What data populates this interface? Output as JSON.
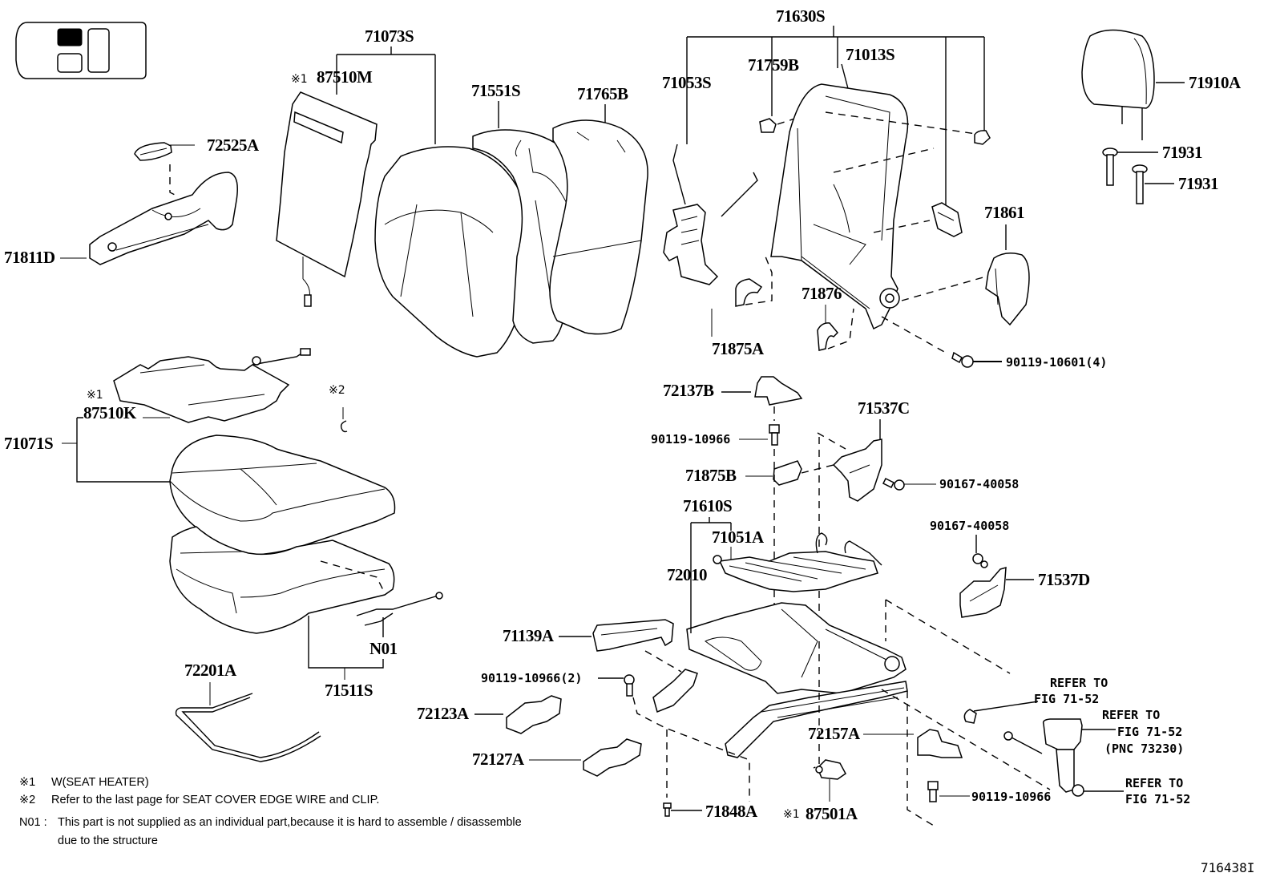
{
  "figure": {
    "figure_id": "716438I",
    "locator_icon": "seat-position-locator-icon",
    "labels": {
      "p71073S": "71073S",
      "p87510M": "87510M",
      "p72525A": "72525A",
      "p71811D": "71811D",
      "p71551S": "71551S",
      "p71765B": "71765B",
      "p71630S": "71630S",
      "p71053S": "71053S",
      "p71759B": "71759B",
      "p71013S": "71013S",
      "p71910A": "71910A",
      "p71931a": "71931",
      "p71931b": "71931",
      "p71861": "71861",
      "p71876": "71876",
      "p71875A": "71875A",
      "p90119_10601": "90119-10601(4)",
      "p87510K": "87510K",
      "p71071S": "71071S",
      "p72137B": "72137B",
      "p71537C": "71537C",
      "p90119_10966_top": "90119-10966",
      "p71875B": "71875B",
      "p90167_40058_a": "90167-40058",
      "p71610S": "71610S",
      "p71051A": "71051A",
      "p90167_40058_b": "90167-40058",
      "p72010": "72010",
      "p71537D": "71537D",
      "p71139A": "71139A",
      "pN01": "N01",
      "p90119_10966_2": "90119-10966(2)",
      "p72201A": "72201A",
      "p71511S": "71511S",
      "p72123A": "72123A",
      "p72127A": "72127A",
      "p72157A": "72157A",
      "p71848A": "71848A",
      "p87501A": "87501A",
      "p90119_10966_bot": "90119-10966"
    },
    "marks": {
      "m1": "※1",
      "m2": "※2"
    },
    "references": {
      "r1_line1": "REFER TO",
      "r1_line2": "FIG 71-52",
      "r2_line1": "REFER TO",
      "r2_line2": "FIG 71-52",
      "r2_line3": "(PNC 73230)",
      "r3_line1": "REFER TO",
      "r3_line2": "FIG 71-52"
    },
    "notes": [
      {
        "mark": "※1",
        "text": "W(SEAT  HEATER)"
      },
      {
        "mark": "※2",
        "text": "Refer to the last page for SEAT COVER EDGE WIRE and CLIP."
      },
      {
        "mark": "N01 :",
        "text": "This part is not supplied as an individual part,because it is hard to assemble / disassemble"
      },
      {
        "mark": "",
        "text": "due to the structure"
      }
    ]
  }
}
